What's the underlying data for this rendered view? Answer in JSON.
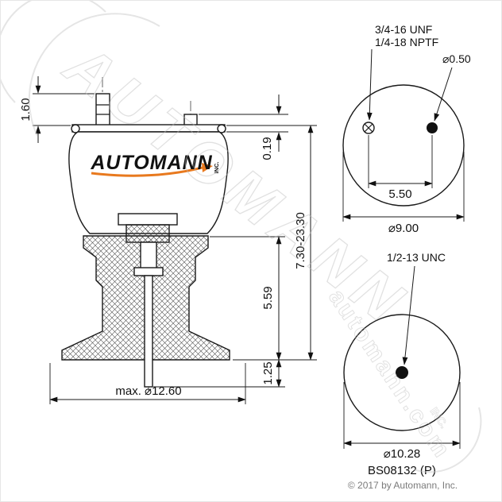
{
  "drawing": {
    "part_number": "BS08132 (P)",
    "copyright": "© 2017 by Automann, Inc."
  },
  "logo": {
    "brand": "AUTOMANN",
    "inc": "INC."
  },
  "watermark": {
    "brand": "AUTOMANN",
    "domain": "automann.com",
    "inc": "INC."
  },
  "colors": {
    "accent_swoosh": "#e8791e",
    "line": "#1a1a1a",
    "watermark": "#c4c4c4"
  },
  "side_view": {
    "dim_stud_height": "1.60",
    "dim_plate_step": "0.19",
    "dim_overall_range": "7.30-23.30",
    "dim_piston_height": "5.59",
    "dim_rod_extension": "1.25",
    "dim_max_diameter": "max.  ⌀12.60"
  },
  "top_view": {
    "thread_line1": "3/4-16 UNF",
    "thread_line2": "1/4-18 NPTF",
    "hole_diameter": "⌀0.50",
    "hole_spacing": "5.50",
    "plate_diameter": "⌀9.00"
  },
  "bottom_view": {
    "center_thread": "1/2-13 UNC",
    "plate_diameter": "⌀10.28"
  }
}
